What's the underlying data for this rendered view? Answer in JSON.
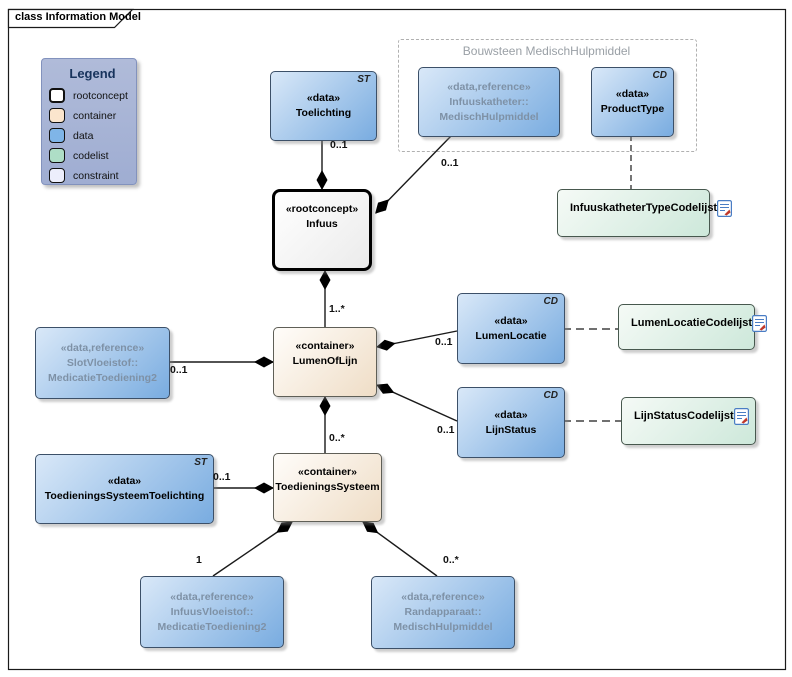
{
  "tab": {
    "label": "class Information Model"
  },
  "legend": {
    "title": "Legend",
    "items": [
      {
        "label": "rootconcept",
        "color": "#ffffff"
      },
      {
        "label": "container",
        "color": "#fbe5cd"
      },
      {
        "label": "data",
        "color": "#7fb5e8"
      },
      {
        "label": "codelist",
        "color": "#aedec6"
      },
      {
        "label": "constraint",
        "color": "#eceefc"
      }
    ],
    "background": "#a8b4d6"
  },
  "group": {
    "label": "Bouwsteen MedischHulpmiddel"
  },
  "nodes": {
    "toelichting": {
      "stereotype": "«data»",
      "name": "Toelichting",
      "tag": "ST"
    },
    "infuuskatheter": {
      "stereotype": "«data,reference»",
      "name": "Infuuskatheter::",
      "name2": "MedischHulpmiddel"
    },
    "producttype": {
      "stereotype": "«data»",
      "name": "ProductType",
      "tag": "CD"
    },
    "infuuskathetertypecodelijst": {
      "name": "InfuuskatheterTypeCodelijst"
    },
    "infuus": {
      "stereotype": "«rootconcept»",
      "name": "Infuus"
    },
    "lumenoflijn": {
      "stereotype": "«container»",
      "name": "LumenOfLijn"
    },
    "lumenlocatie": {
      "stereotype": "«data»",
      "name": "LumenLocatie",
      "tag": "CD"
    },
    "lumenlocatiecodelijst": {
      "name": "LumenLocatieCodelijst"
    },
    "lijnstatus": {
      "stereotype": "«data»",
      "name": "LijnStatus",
      "tag": "CD"
    },
    "lijnstatuscodelijst": {
      "name": "LijnStatusCodelijst"
    },
    "slotvloeistof": {
      "stereotype": "«data,reference»",
      "name": "SlotVloeistof::",
      "name2": "MedicatieToediening2"
    },
    "toedieningssysteem": {
      "stereotype": "«container»",
      "name": "ToedieningsSysteem"
    },
    "tstoelichting": {
      "stereotype": "«data»",
      "name": "ToedieningsSysteemToelichting",
      "tag": "ST"
    },
    "infuusvloeistof": {
      "stereotype": "«data,reference»",
      "name": "InfuusVloeistof::",
      "name2": "MedicatieToediening2"
    },
    "randapparaat": {
      "stereotype": "«data,reference»",
      "name": "Randapparaat::",
      "name2": "MedischHulpmiddel"
    }
  },
  "multiplicities": {
    "m_toelichting": "0..1",
    "m_katheter": "0..1",
    "m_lumen": "1..*",
    "m_lumenlocatie": "0..1",
    "m_lijnstatus": "0..1",
    "m_slot": "0..1",
    "m_ts": "0..*",
    "m_tstoel": "0..1",
    "m_infuusvloeistof": "1",
    "m_randapparaat": "0..*"
  },
  "colors": {
    "data_fill_light": "#d9e8f8",
    "data_fill_dark": "#79ace0",
    "container_fill_light": "#fffdfa",
    "container_fill_dark": "#efddc6",
    "root_fill_light": "#ffffff",
    "root_fill_dark": "#ebebeb",
    "codelist_fill_light": "#f5faf6",
    "codelist_fill_dark": "#cde8da",
    "reference_text": "#7e91a6",
    "line": "#1a1a1a"
  }
}
